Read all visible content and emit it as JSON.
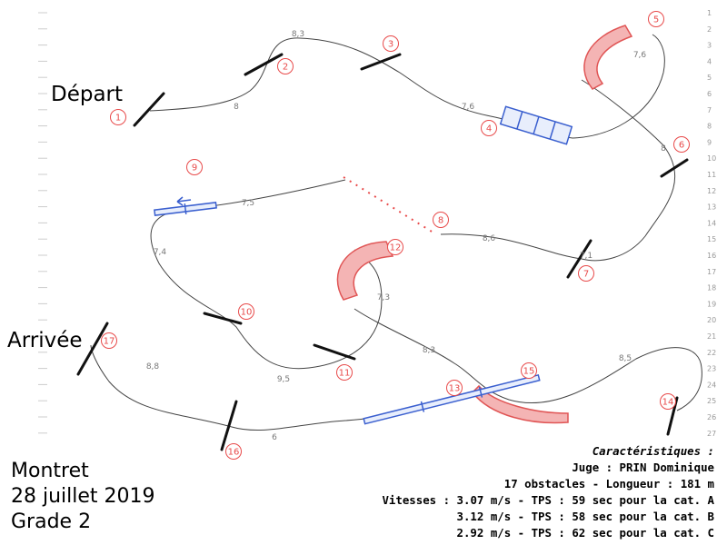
{
  "labels": {
    "start": "Départ",
    "finish": "Arrivée"
  },
  "event": {
    "place": "Montret",
    "date": "28 juillet 2019",
    "grade": "Grade 2"
  },
  "characteristics": {
    "title": "Caractéristiques :",
    "judge": "Juge : PRIN Dominique",
    "summary": "17 obstacles - Longueur : 181 m",
    "speed_a": "Vitesses : 3.07 m/s - TPS : 59 sec pour la cat. A",
    "speed_b": "3.12 m/s - TPS : 58 sec pour la cat. B",
    "speed_c": "2.92 m/s - TPS : 62 sec pour la cat. C"
  },
  "obstacle_numbers": [
    "1",
    "2",
    "3",
    "4",
    "5",
    "6",
    "7",
    "8",
    "9",
    "10",
    "11",
    "12",
    "13",
    "14",
    "15",
    "16",
    "17"
  ],
  "distances": [
    "8,3",
    "8",
    "7,6",
    "7,6",
    "8",
    "7,5",
    "8,6",
    "7,1",
    "7,4",
    "7,3",
    "8,3",
    "8,5",
    "8,8",
    "9,5",
    "6"
  ],
  "ruler": [
    "1",
    "2",
    "3",
    "4",
    "5",
    "6",
    "7",
    "8",
    "9",
    "10",
    "11",
    "12",
    "13",
    "14",
    "15",
    "16",
    "17",
    "18",
    "19",
    "20",
    "21",
    "22",
    "23",
    "24",
    "25",
    "26",
    "27"
  ],
  "colors": {
    "path": "#444444",
    "number": "#e84a4a",
    "tunnel_fill": "#f4b4b4",
    "tunnel_stroke": "#e05555",
    "plank": "#3a5fcf",
    "jump": "#111111"
  }
}
